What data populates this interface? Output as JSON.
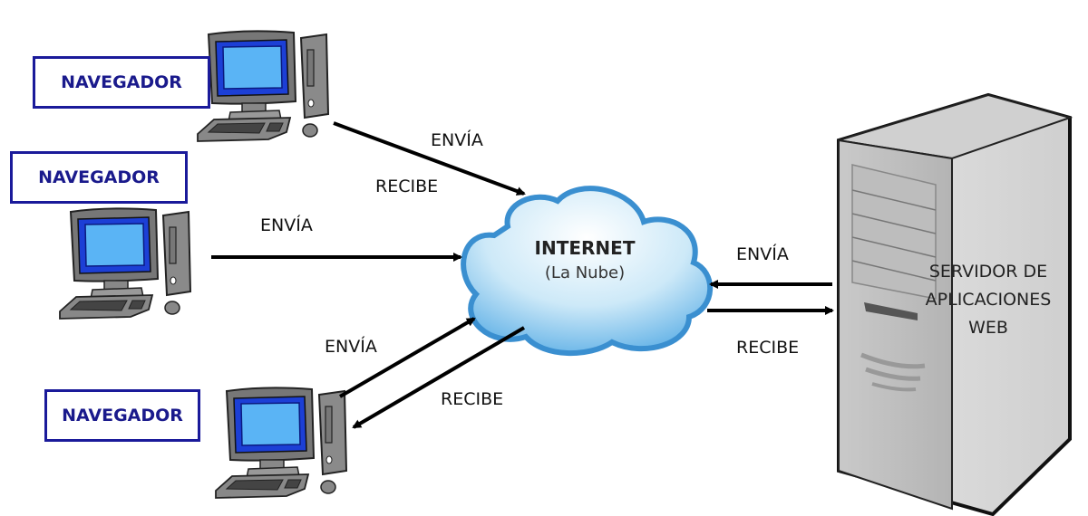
{
  "browsers": [
    {
      "label": "NAVEGADOR",
      "send_label": "ENVÍA",
      "receive_label": "RECIBE"
    },
    {
      "label": "NAVEGADOR",
      "send_label": "ENVÍA"
    },
    {
      "label": "NAVEGADOR",
      "send_label": "ENVÍA",
      "receive_label": "RECIBE"
    }
  ],
  "cloud": {
    "title": "INTERNET",
    "subtitle": "(La Nube)"
  },
  "server": {
    "line1": "SERVIDOR DE",
    "line2": "APLICACIONES",
    "line3": "WEB",
    "send_label": "ENVÍA",
    "receive_label": "RECIBE"
  },
  "colors": {
    "browser_box": "#1a1a9a",
    "cloud_light": "#e8f6fd",
    "cloud_dark": "#3a8fd0",
    "screen": "#5ab4f5",
    "monitor_bezel": "#1c3fd6"
  }
}
